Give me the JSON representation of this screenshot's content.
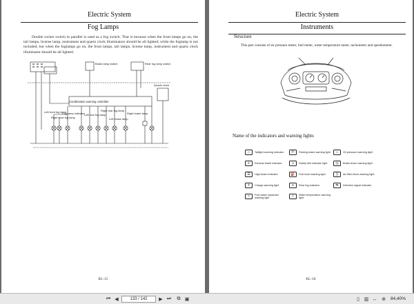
{
  "left_page": {
    "header": "Electric System",
    "title": "Fog Lamps",
    "paragraph": "Double rocker switch in parallel is used as a fog switch. That is because when the front lamps go on, the tail lamps, license lamp, instrument and quartz clock illuminators should be all lighted; while the foglamp is not included, but when the foglamps go on, the front lamps, tail lamps, license lamp, instrument and quartz clock illuminator should be all lighted.",
    "diagram_labels": {
      "brake_switch": "Brake lamp switch",
      "rear_fog_switch": "Rear fog lamp switch",
      "controller": "Combination warning controller",
      "quartz_clock": "Quartz clock",
      "left_front_fog": "Left front fog lamp",
      "right_front_fog": "Right front fog lamp",
      "left_rear_fog": "Left rear fog lamp",
      "right_rear_fog": "Right rear fog lamp",
      "left_brake": "Left brake lamp",
      "right_brake": "Right brake lamp",
      "fog_indicator": "Fog lamp indicator"
    },
    "footer": "EL-15"
  },
  "right_page": {
    "header": "Electric  System",
    "title": "Instruments",
    "structure_heading": "Structure",
    "structure_text": "This part consists of air pressure meter, fuel meter, water temperature meter, tachometer and speedometer.",
    "indicators_heading": "Name of the indicators and warning lights",
    "indicators": [
      {
        "label": "Taillight warning indicator",
        "icon": "taillight-icon",
        "glyph": "☼"
      },
      {
        "label": "Parking brake warning light",
        "icon": "parking-brake-icon",
        "glyph": "Ⓟ"
      },
      {
        "label": "Oil pressure warning light",
        "icon": "oil-pressure-icon",
        "glyph": "♨"
      },
      {
        "label": "Exhaust brake indicator",
        "icon": "exhaust-brake-icon",
        "glyph": "≡"
      },
      {
        "label": "Safety belt indicator light",
        "icon": "seat-belt-icon",
        "glyph": "☺"
      },
      {
        "label": "Brake-down warning light",
        "icon": "brake-down-icon",
        "glyph": "◎"
      },
      {
        "label": "High beam indicator",
        "icon": "high-beam-icon",
        "glyph": "☰"
      },
      {
        "label": "Fuel level warning light",
        "icon": "fuel-level-icon",
        "glyph": "⛽"
      },
      {
        "label": "Air-filter block warning light",
        "icon": "air-filter-icon",
        "glyph": "▒"
      },
      {
        "label": "Charge warning light",
        "icon": "charge-icon",
        "glyph": "±"
      },
      {
        "label": "Rear fog indicator",
        "icon": "rear-fog-icon",
        "glyph": "≡"
      },
      {
        "label": "Direction signal indicator",
        "icon": "direction-signal-icon",
        "glyph": "⇆"
      },
      {
        "label": "Fuel-water separator warning light",
        "icon": "fuel-water-separator-icon",
        "glyph": "≈"
      },
      {
        "label": "Water temperature warning light",
        "icon": "water-temp-icon",
        "glyph": "⌇"
      }
    ],
    "footer": "EL-16"
  },
  "toolbar": {
    "page_input": "133 / 142",
    "zoom": "84,40%"
  }
}
